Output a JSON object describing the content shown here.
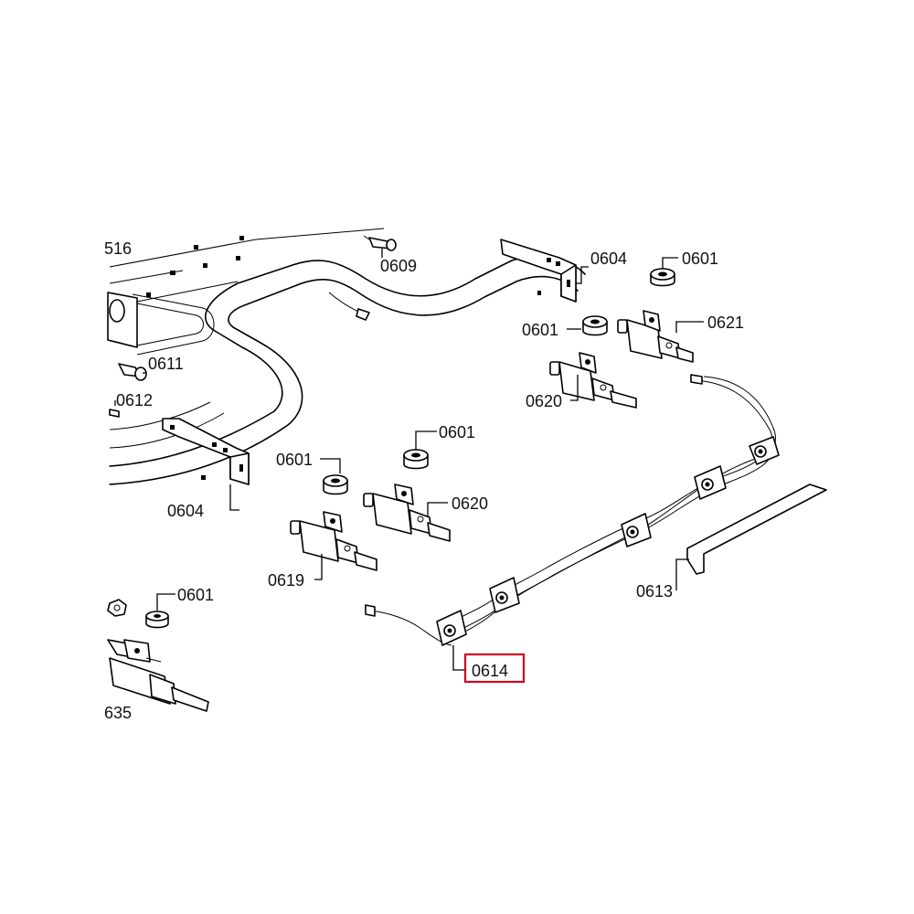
{
  "diagram": {
    "highlight_color": "#d0021b",
    "labels": {
      "p0616_partial": "516",
      "p0609": "0609",
      "p0604_top": "0604",
      "p0601_top_right": "0601",
      "p0601_mid_right": "0601",
      "p0621": "0621",
      "p0611": "0611",
      "p0612": "0612",
      "p0620_right": "0620",
      "p0601_center": "0601",
      "p0601_left": "0601",
      "p0620_center": "0620",
      "p0604_left": "0604",
      "p0619": "0619",
      "p0613": "0613",
      "p0601_bottom_left": "0601",
      "p0614": "0614",
      "p0635_partial": "635"
    },
    "highlighted_part": "0614"
  }
}
